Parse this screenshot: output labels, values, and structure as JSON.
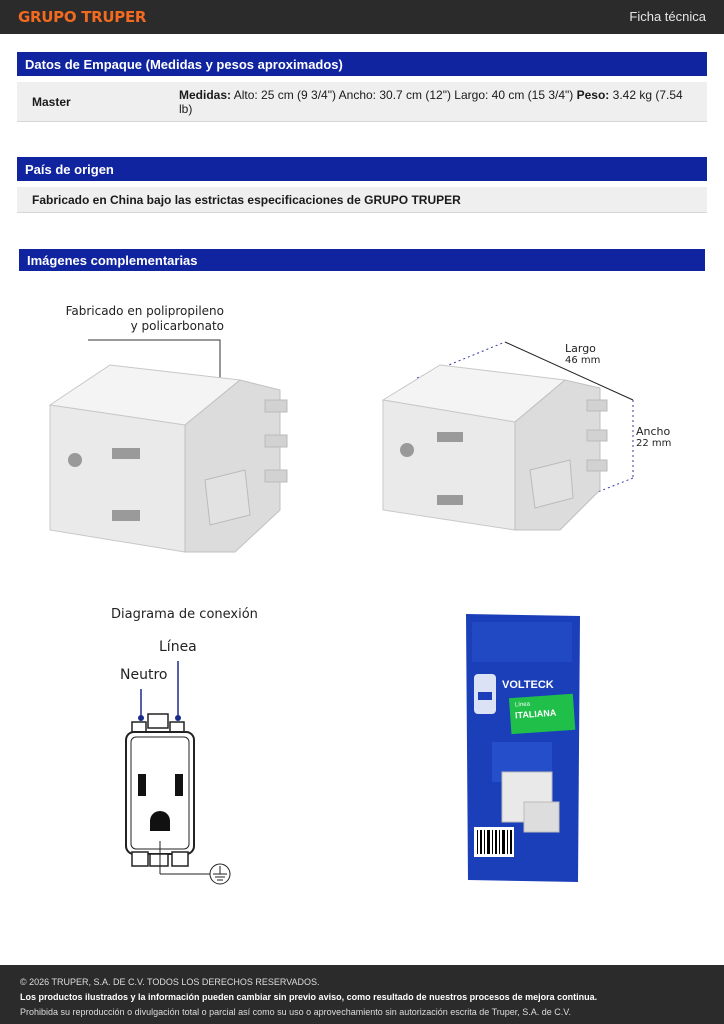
{
  "header": {
    "brand": "GRUPO TRUPER",
    "doc_type": "Ficha técnica"
  },
  "packaging": {
    "title": "Datos de Empaque (Medidas y pesos aproximados)",
    "label": "Master",
    "measures_label": "Medidas:",
    "measures_value": " Alto: 25 cm (9 3/4\") Ancho: 30.7 cm (12\") Largo: 40 cm (15 3/4\") ",
    "weight_label": "Peso:",
    "weight_value": " 3.42 kg (7.54 lb)"
  },
  "origin": {
    "title": "País de origen",
    "text": "Fabricado en China bajo las estrictas especificaciones de GRUPO TRUPER"
  },
  "images": {
    "title": "Imágenes complementarias",
    "material_line1": "Fabricado en polipropileno",
    "material_line2": "y policarbonato",
    "largo_label": "Largo",
    "largo_value": "46 mm",
    "ancho_label": "Ancho",
    "ancho_value": "22 mm",
    "diagram_title": "Diagrama de conexión",
    "linea_label": "Línea",
    "neutro_label": "Neutro",
    "pack_brand": "VOLTECK",
    "pack_line": "Línea",
    "pack_line_name": "ITALIANA"
  },
  "footer": {
    "copyright": "© 2026 TRUPER, S.A. DE C.V. TODOS LOS DERECHOS RESERVADOS.",
    "notice": "Los productos ilustrados y la información pueden cambiar sin previo aviso, como resultado de nuestros procesos de mejora continua.",
    "prohibition": "Prohibida su reproducción o divulgación total o parcial así como su uso o aprovechamiento sin autorización escrita de Truper, S.A. de C.V."
  }
}
